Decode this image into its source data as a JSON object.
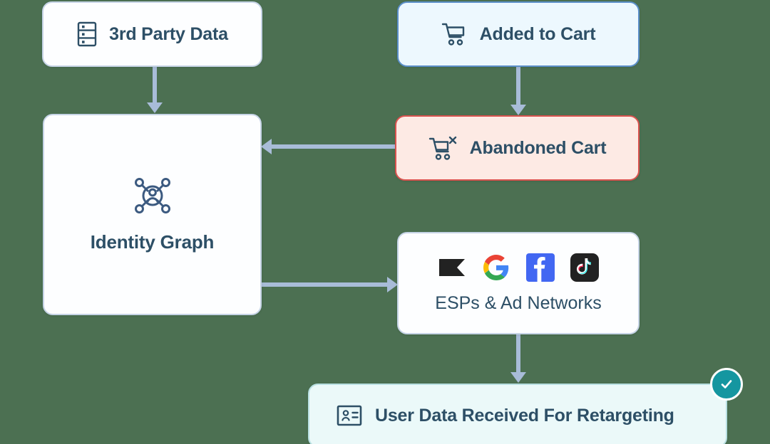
{
  "diagram": {
    "background_color": "#4c7052",
    "arrow_color": "#a8bcd8",
    "text_color": "#2d4f66",
    "nodes": [
      {
        "id": "third-party-data",
        "label": "3rd Party Data",
        "icon": "server-rack-icon",
        "fill": "#fdfeff",
        "border": "#c6d4e6"
      },
      {
        "id": "added-to-cart",
        "label": "Added to Cart",
        "icon": "shopping-cart-icon",
        "fill": "#edf8fe",
        "border": "#5b8fc9"
      },
      {
        "id": "abandoned-cart",
        "label": "Abandoned Cart",
        "icon": "shopping-cart-x-icon",
        "fill": "#fdeae4",
        "border": "#d9534f"
      },
      {
        "id": "identity-graph",
        "label": "Identity Graph",
        "icon": "identity-network-icon",
        "fill": "#fdfeff",
        "border": "#c6d4e6"
      },
      {
        "id": "esps-ad-networks",
        "label": "ESPs & Ad Networks",
        "icon": "brand-logo-row",
        "fill": "#fdfeff",
        "border": "#c6d4e6"
      },
      {
        "id": "user-data-received",
        "label": "User Data Received For Retargeting",
        "icon": "id-card-icon",
        "fill": "#ebf9f9",
        "border": "#b8e0e2",
        "badge": "check-badge",
        "badge_color": "#1596a0"
      }
    ],
    "logos": [
      {
        "name": "klaviyo-logo",
        "color": "#222222"
      },
      {
        "name": "google-logo",
        "color": "#4285f4"
      },
      {
        "name": "facebook-logo",
        "color": "#4267f2"
      },
      {
        "name": "tiktok-logo",
        "color": "#222222"
      }
    ],
    "connectors": [
      {
        "id": "third-party-to-identity-graph",
        "direction": "down"
      },
      {
        "id": "added-cart-to-abandoned-cart",
        "direction": "down"
      },
      {
        "id": "abandoned-cart-to-identity-graph",
        "direction": "left"
      },
      {
        "id": "identity-graph-to-esps",
        "direction": "right"
      },
      {
        "id": "esps-to-user-data",
        "direction": "down"
      }
    ]
  }
}
